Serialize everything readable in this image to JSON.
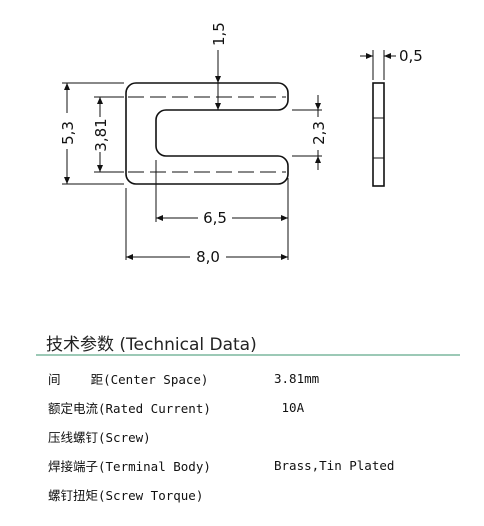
{
  "drawing": {
    "dimensions": {
      "thickness": "0,5",
      "top_gap": "1,5",
      "slot_width": "2,3",
      "total_height": "5,3",
      "inner_height": "3,81",
      "slot_depth": "6,5",
      "total_length": "8,0"
    }
  },
  "section": {
    "title": "技术参数 (Technical Data)"
  },
  "specs": [
    {
      "label": "间    距(Center Space)",
      "value": "3.81mm"
    },
    {
      "label": "额定电流(Rated Current)",
      "value": " 10A"
    },
    {
      "label": "压线螺钉(Screw)",
      "value": ""
    },
    {
      "label": "焊接端子(Terminal Body)",
      "value": "Brass,Tin Plated"
    },
    {
      "label": "螺钉扭矩(Screw Torque)",
      "value": ""
    }
  ]
}
